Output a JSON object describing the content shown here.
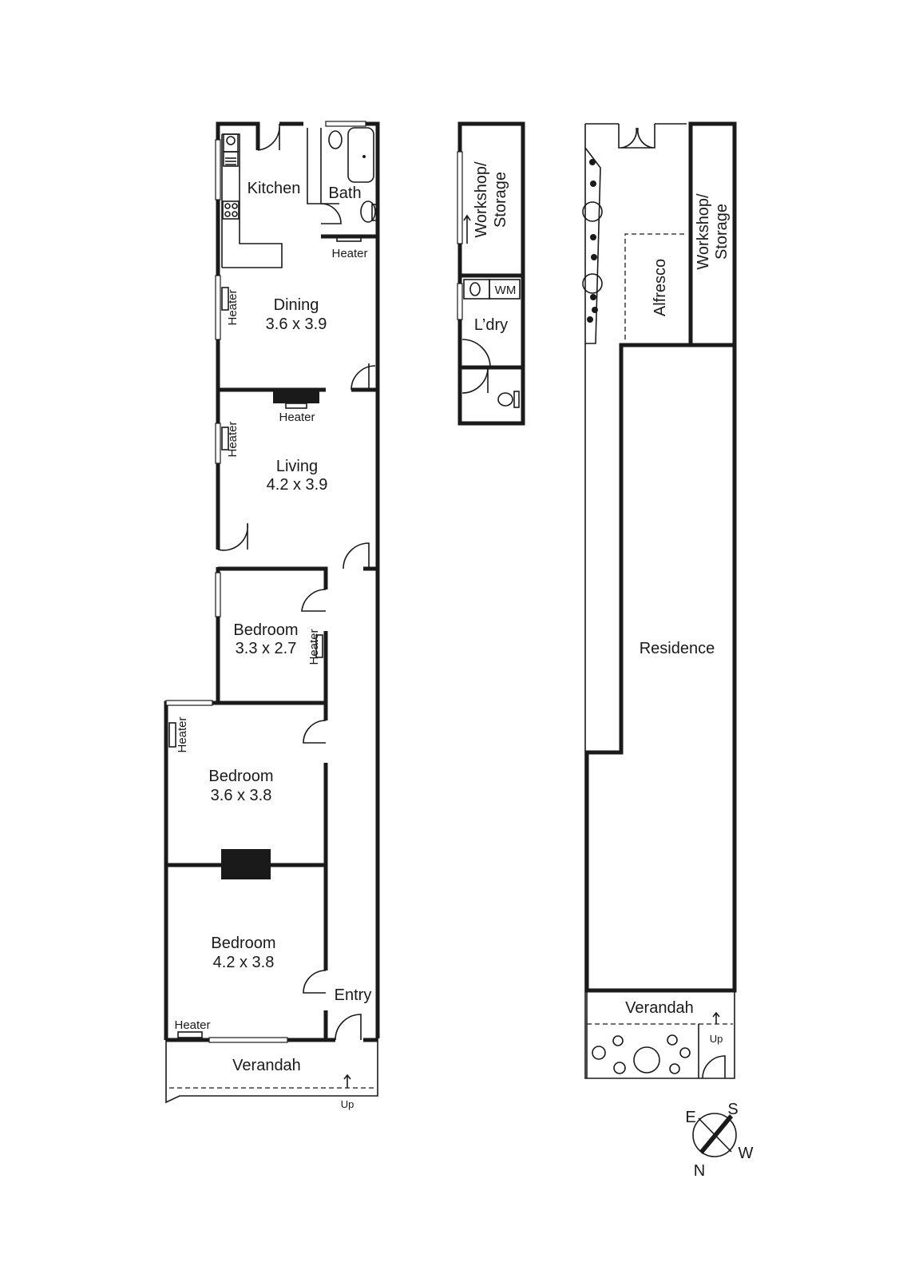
{
  "rooms": {
    "kitchen": "Kitchen",
    "bath": "Bath",
    "heater_bath": "Heater",
    "dining": "Dining",
    "dining_dim": "3.6 x 3.9",
    "heater_dining": "Heater",
    "heater_living_top": "Heater",
    "living": "Living",
    "living_dim": "4.2 x 3.9",
    "heater_living_side": "Heater",
    "bedroom1": "Bedroom",
    "bedroom1_dim": "3.3 x 2.7",
    "heater_bed1": "Heater",
    "bedroom2": "Bedroom",
    "bedroom2_dim": "3.6 x 3.8",
    "heater_bed2": "Heater",
    "bedroom3": "Bedroom",
    "bedroom3_dim": "4.2 x 3.8",
    "heater_bed3": "Heater",
    "entry": "Entry",
    "verandah": "Verandah",
    "up": "Up"
  },
  "outbuilding": {
    "workshop_line1": "Workshop/",
    "workshop_line2": "Storage",
    "wm": "WM",
    "laundry": "L’dry"
  },
  "site": {
    "workshop_line1": "Workshop/",
    "workshop_line2": "Storage",
    "alfresco": "Alfresco",
    "residence": "Residence",
    "verandah": "Verandah",
    "up": "Up"
  },
  "compass": {
    "n": "N",
    "s": "S",
    "e": "E",
    "w": "W"
  }
}
